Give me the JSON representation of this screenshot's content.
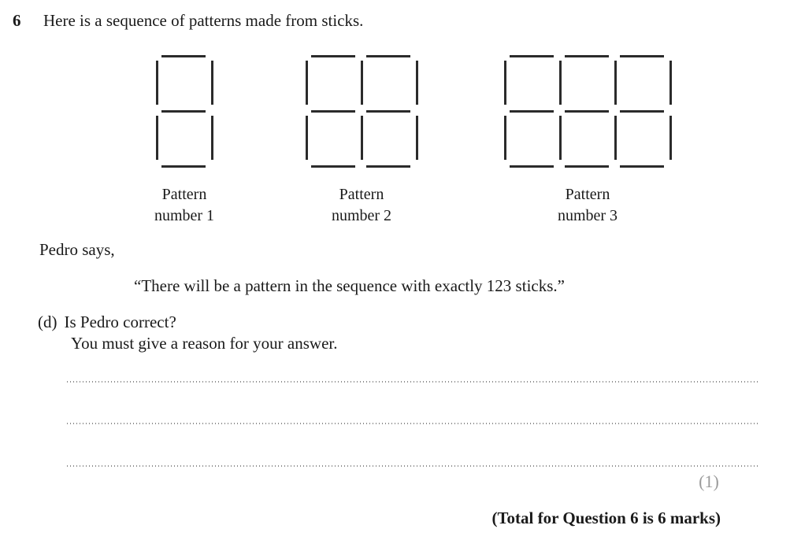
{
  "question": {
    "number": "6",
    "intro": "Here is a sequence of patterns made from sticks.",
    "patterns": [
      {
        "label_line1": "Pattern",
        "label_line2": "number 1",
        "columns": 1,
        "rows": 2
      },
      {
        "label_line1": "Pattern",
        "label_line2": "number 2",
        "columns": 2,
        "rows": 2
      },
      {
        "label_line1": "Pattern",
        "label_line2": "number 3",
        "columns": 3,
        "rows": 2
      }
    ],
    "speaker": "Pedro says,",
    "quote": "“There will be a pattern in the sequence with exactly 123 sticks.”",
    "part_label": "(d)",
    "part_question": "Is Pedro correct?",
    "part_instruction": "You must give a reason for your answer.",
    "answer_line_count": 3,
    "marks": "(1)",
    "total": "(Total for Question 6 is 6 marks)"
  },
  "colors": {
    "text": "#1a1a1a",
    "stick": "#2b2b2b",
    "marks_gray": "#9b9b9b",
    "dotted_line": "#8c8c8c"
  }
}
